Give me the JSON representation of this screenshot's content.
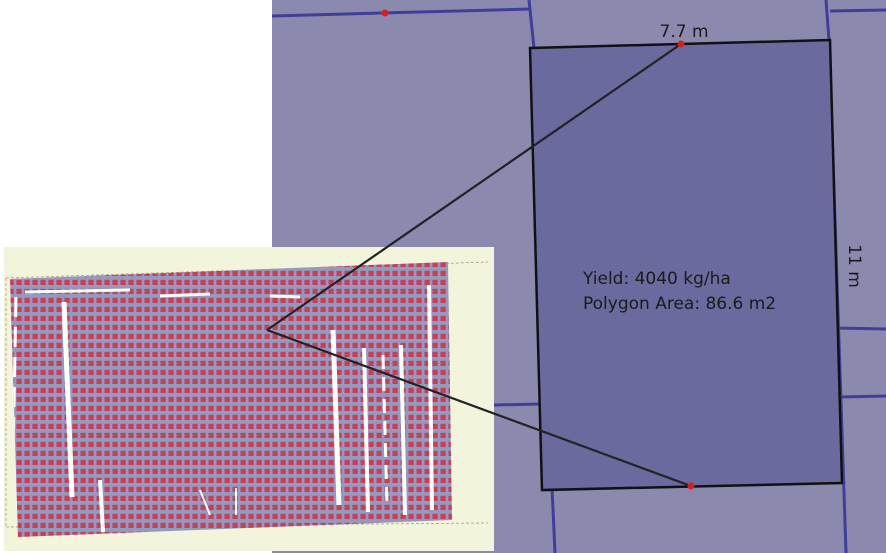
{
  "zoom_view": {
    "background_color": "#8b8aae",
    "cell_line_color": "#3f3f9a",
    "highlight_fill": "#6a6a9e",
    "outline_color": "#111111",
    "point_color": "#d42020"
  },
  "selected_polygon": {
    "width_label": "7.7 m",
    "height_label": "11 m",
    "yield_text": "Yield: 4040 kg/ha",
    "area_text": "Polygon Area: 86.6 m2"
  },
  "field_overview": {
    "background_color": "#f3f4dc",
    "polygon_color": "#8f9bbf",
    "point_color": "#cf3a55"
  }
}
